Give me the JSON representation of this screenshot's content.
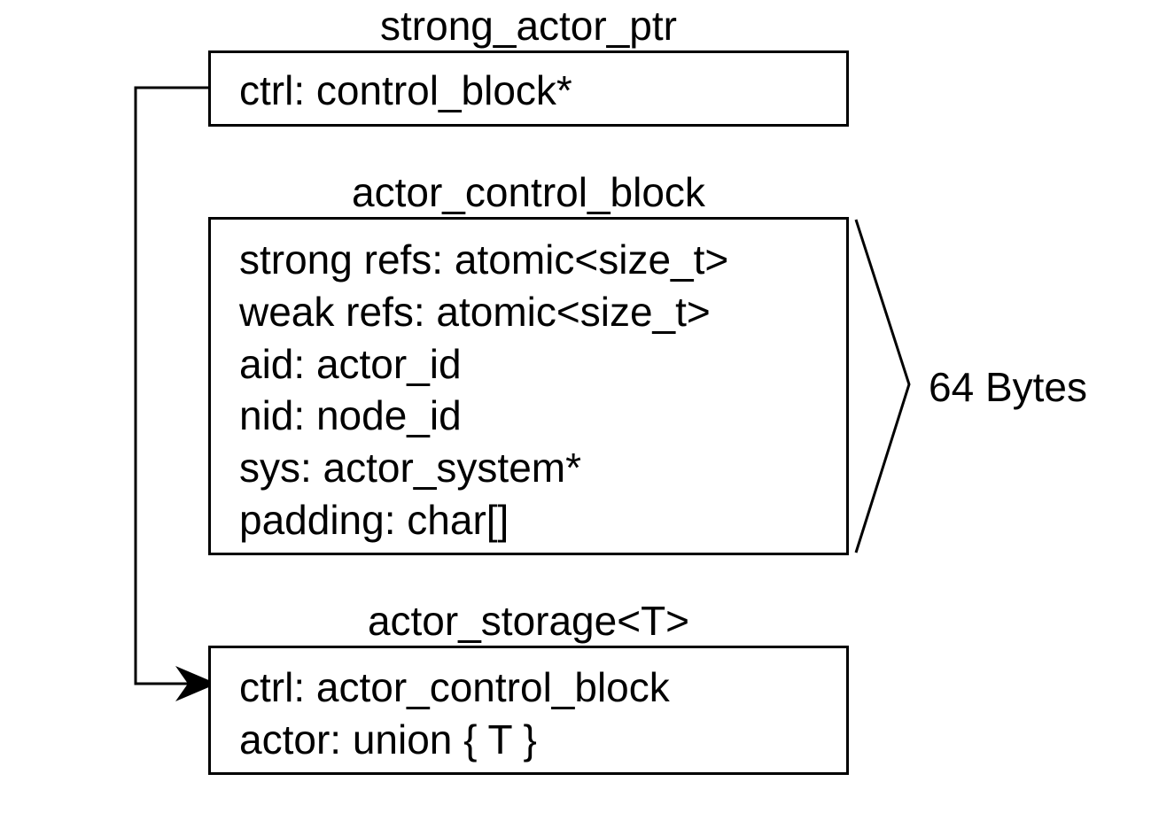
{
  "strong_actor_ptr": {
    "title": "strong_actor_ptr",
    "fields": [
      "ctrl: control_block*"
    ]
  },
  "actor_control_block": {
    "title": "actor_control_block",
    "fields": [
      "strong refs: atomic<size_t>",
      "weak refs: atomic<size_t>",
      "aid: actor_id",
      "nid: node_id",
      "sys: actor_system*",
      "padding: char[]"
    ],
    "size_label": "64 Bytes"
  },
  "actor_storage": {
    "title": "actor_storage<T>",
    "fields": [
      "ctrl: actor_control_block",
      "actor: union { T }"
    ]
  }
}
